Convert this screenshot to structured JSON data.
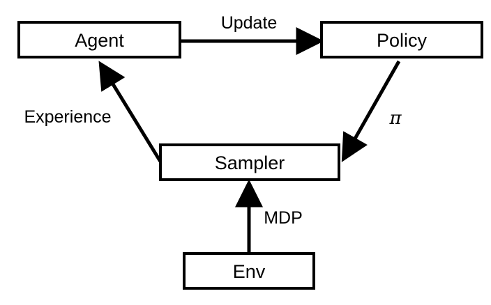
{
  "nodes": {
    "agent": {
      "label": "Agent"
    },
    "policy": {
      "label": "Policy"
    },
    "sampler": {
      "label": "Sampler"
    },
    "env": {
      "label": "Env"
    }
  },
  "edges": {
    "agent_to_policy": {
      "label": "Update"
    },
    "policy_to_sampler": {
      "label": "π"
    },
    "sampler_to_agent": {
      "label": "Experience"
    },
    "env_to_sampler": {
      "label": "MDP"
    }
  },
  "colors": {
    "stroke": "#000000",
    "background": "#ffffff"
  }
}
